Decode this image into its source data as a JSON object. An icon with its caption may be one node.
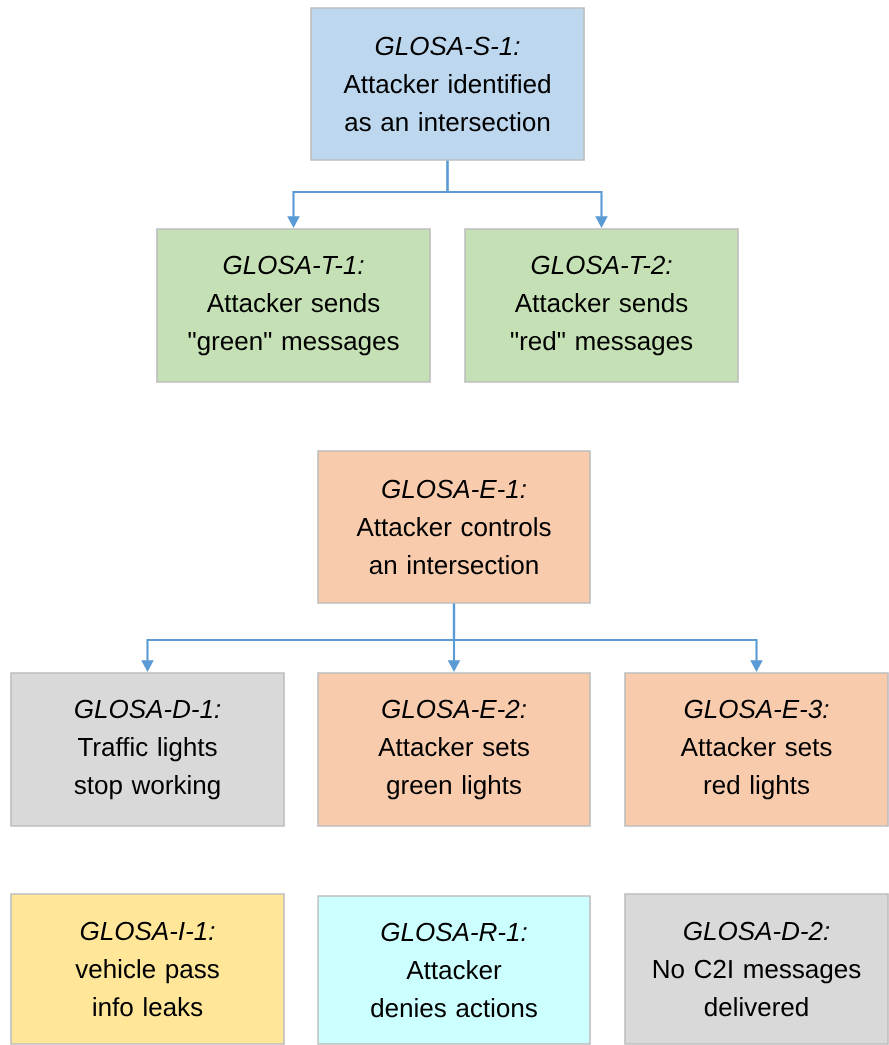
{
  "diagram": {
    "nodes": [
      {
        "text": [
          "GLOSA-S-1:",
          "Attacker identified as an intersection"
        ]
      },
      {
        "text": [
          "GLOSA-T-1:",
          "Attacker sends \"green\" messages"
        ]
      },
      {
        "text": [
          "GLOSA-T-2:",
          "Attacker sends \"red\" messages"
        ]
      },
      {
        "text": [
          "GLOSA-E-1:",
          "Attacker controls an intersection"
        ]
      },
      {
        "text": [
          "GLOSA-D-1:",
          "Traffic lights stop working"
        ]
      },
      {
        "text": [
          "GLOSA-E-2:",
          "Attacker sets green lights"
        ]
      },
      {
        "text": [
          "GLOSA-E-3:",
          "Attacker sets red lights"
        ]
      },
      {
        "text": [
          "GLOSA-I-1:",
          "vehicle pass info leaks"
        ]
      },
      {
        "text": [
          "GLOSA-R-1:",
          "Attacker denies actions"
        ]
      },
      {
        "text": [
          "GLOSA-D-2:",
          "No C2I messages delivered"
        ]
      }
    ],
    "edges": [
      {
        "from": 0,
        "to": 1,
        "arrow": "to"
      },
      {
        "from": 0,
        "to": 2,
        "arrow": "to"
      },
      {
        "from": 3,
        "to": 4,
        "arrow": "to"
      },
      {
        "from": 3,
        "to": 5,
        "arrow": "to"
      },
      {
        "from": 3,
        "to": 6,
        "arrow": "to"
      }
    ]
  }
}
